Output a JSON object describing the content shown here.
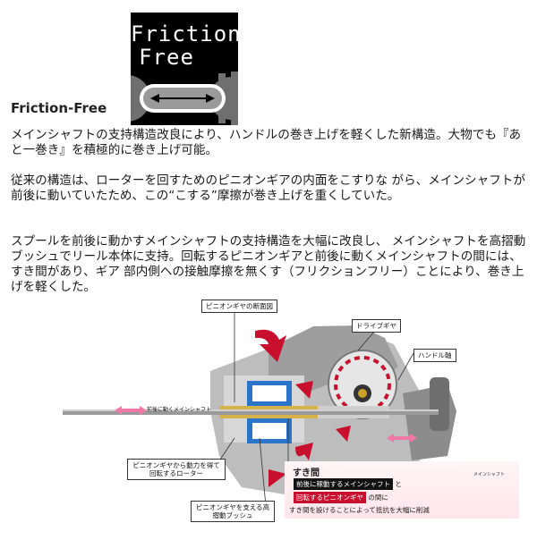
{
  "logo": {
    "line1": "Friction",
    "line2": "Free"
  },
  "heading": "Friction-Free",
  "paragraphs": [
    "メインシャフトの支持構造改良により、ハンドルの巻き上げを軽くした新構造。大物でも『あと一巻き』を積極的に巻き上げ可能。",
    "従来の構造は、ローターを回すためのピニオンギアの内面をこすりな がら、メインシャフトが前後に動いていたため、この“こする”摩擦が巻き上げを重くしていた。",
    "スプールを前後に動かすメインシャフトの支持構造を大幅に改良し、 メインシャフトを高摺動ブッシュでリール本体に支持。回転するピニオンギアと前後に動くメインシャフトの間には、すき間があり、ギア 部内側への接触摩擦を無くす（フリクションフリー）ことにより、巻き上げを軽くした。"
  ],
  "diagram": {
    "pinion_section": "ピニオンギヤの断面図",
    "drive_gear": "ドライブギヤ",
    "handle_shaft": "ハンドル軸",
    "main_shaft": "前後に動くメインシャフト",
    "rotor": "ピニオンギヤから動力を得て回転するローター",
    "bush": "ピニオンギヤを支える高摺動ブッシュ",
    "gap": {
      "title": "すき間",
      "tag1": "前後に稼動するメインシャフト",
      "to": "と",
      "tag2": "回転するピニオンギヤ",
      "between": "の間に",
      "line3": "すき間を設けることによって抵抗を大幅に削減",
      "mini": "メインシャフト"
    }
  },
  "colors": {
    "accent_red": "#c8102e",
    "pink": "#f07aa5",
    "blue": "#2a74c9",
    "gray": "#8a8a8a"
  }
}
